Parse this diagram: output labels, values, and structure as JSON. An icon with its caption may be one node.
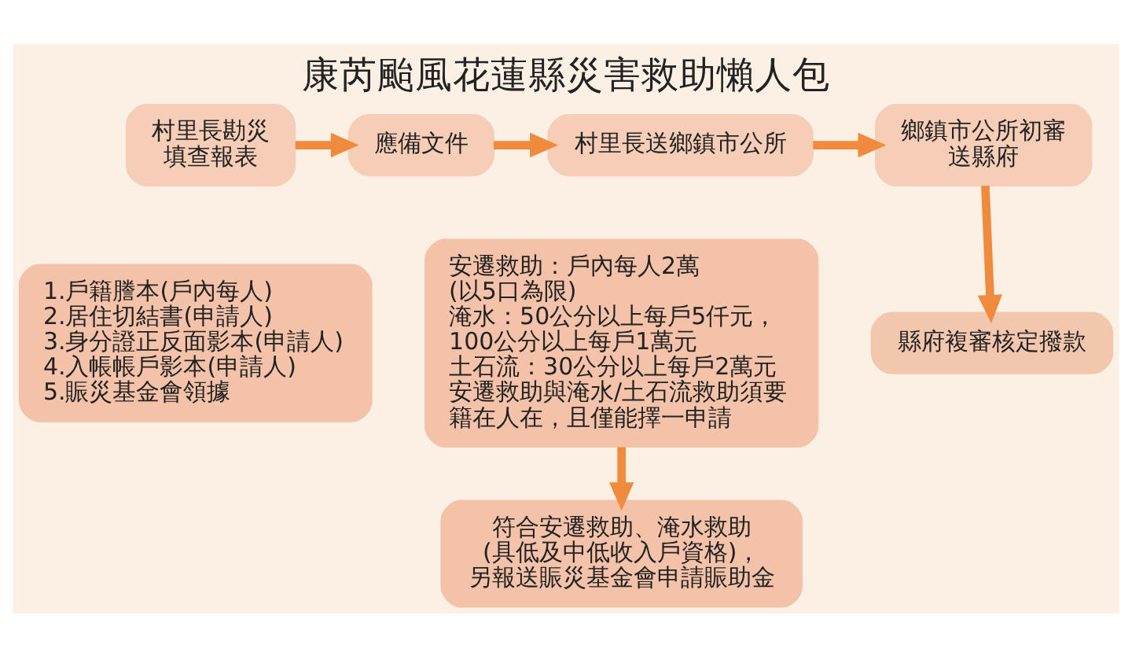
{
  "diagram": {
    "title": "康芮颱風花蓮縣災害救助懶人包",
    "nodes": [
      {
        "text": [
          "村里長勘災填查報表"
        ]
      },
      {
        "text": [
          "應備文件"
        ]
      },
      {
        "text": [
          "村里長送鄉鎮市公所"
        ]
      },
      {
        "text": [
          "鄉鎮市公所初審送縣府"
        ]
      },
      {
        "text": [
          "1.戶籍謄本(戶內每人)",
          "2.居住切結書(申請人)",
          "3.身分證正反面影本(申請人)",
          "4.入帳帳戶影本(申請人)",
          "5.賑災基金會領據"
        ]
      },
      {
        "text": [
          "安遷救助：戶內每人2萬(以5口為限)",
          "淹水：50公分以上每戶5仟元，100公分以上每戶1萬元",
          "土石流：30公分以上每戶2萬元",
          "安遷救助與淹水/土石流救助須要籍在人在，且僅能擇一申請"
        ]
      },
      {
        "text": [
          "符合安遷救助、淹水救助(具低及中低收入戶資格)，另報送賑災基金會申請賑助金"
        ]
      },
      {
        "text": [
          "縣府複審核定撥款"
        ]
      }
    ],
    "edges": [
      {
        "from": 0,
        "to": 1,
        "arrow": "to"
      },
      {
        "from": 1,
        "to": 2,
        "arrow": "to"
      },
      {
        "from": 2,
        "to": 3,
        "arrow": "to"
      },
      {
        "from": 3,
        "to": 7,
        "arrow": "to"
      },
      {
        "from": 5,
        "to": 6,
        "arrow": "to"
      }
    ]
  }
}
